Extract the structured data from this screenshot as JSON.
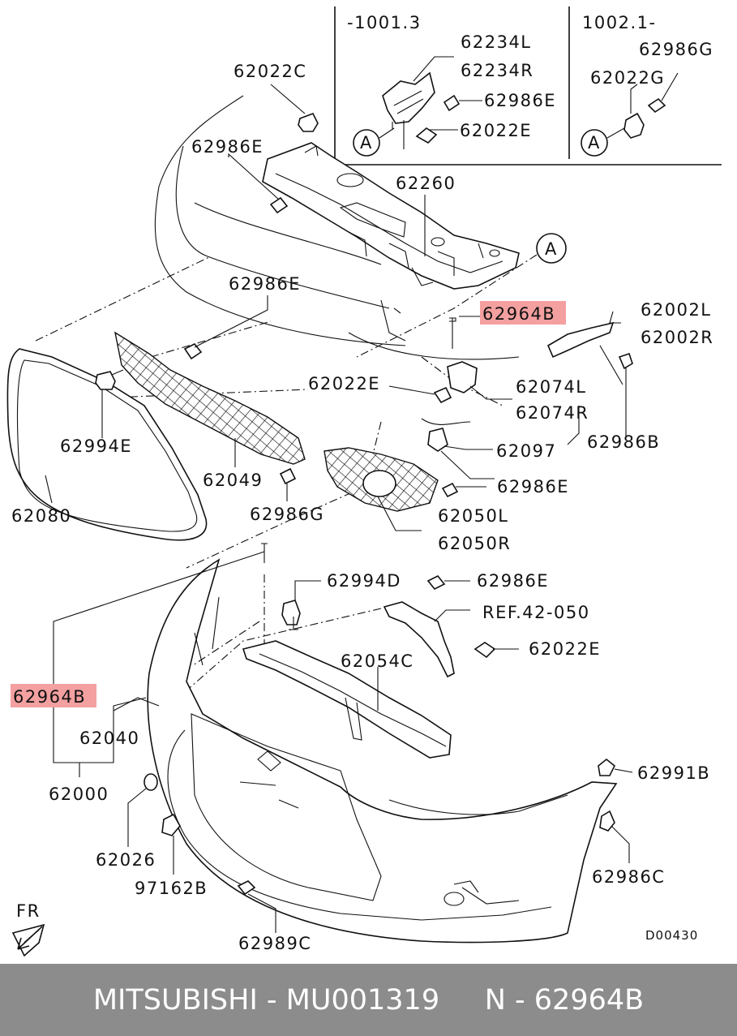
{
  "diagram": {
    "variant_left": "-1001.3",
    "variant_right": "1002.1-",
    "ref_a": "A",
    "fr": "FR",
    "drawing_code": "D00430",
    "labels": {
      "p62022C": "62022C",
      "p62986E_top": "62986E",
      "p62260": "62260",
      "p62234L": "62234L",
      "p62234R": "62234R",
      "p62986E_box": "62986E",
      "p62022E_box": "62022E",
      "p62986G_box": "62986G",
      "p62022G": "62022G",
      "p62986E_mid": "62986E",
      "p62964B_top": "62964B",
      "p62002L": "62002L",
      "p62002R": "62002R",
      "p62022E_mid": "62022E",
      "p62074L": "62074L",
      "p62074R": "62074R",
      "p62986B": "62986B",
      "p62994E": "62994E",
      "p62097": "62097",
      "p62049": "62049",
      "p62986E_lower": "62986E",
      "p62986G": "62986G",
      "p62080": "62080",
      "p62050L": "62050L",
      "p62050R": "62050R",
      "p62994D": "62994D",
      "p62986E_b": "62986E",
      "p_ref": "REF.42-050",
      "p62022E_b": "62022E",
      "p62054C": "62054C",
      "p62964B_left": "62964B",
      "p62040": "62040",
      "p62000": "62000",
      "p62991B": "62991B",
      "p62026": "62026",
      "p97162B": "97162B",
      "p62986C": "62986C",
      "p62989C": "62989C"
    },
    "highlight_color": "#f4a0a0"
  },
  "footer": {
    "text": "MITSUBISHI - MU001319     N - 62964B",
    "background": "#8c8c8c"
  }
}
